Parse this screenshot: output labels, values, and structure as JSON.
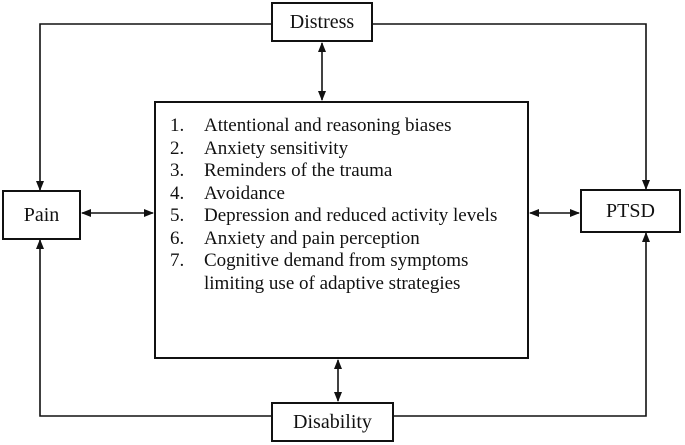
{
  "diagram": {
    "nodes": {
      "distress": "Distress",
      "pain": "Pain",
      "ptsd": "PTSD",
      "disability": "Disability"
    },
    "mechanisms": [
      {
        "num": "1.",
        "text": "Attentional and reasoning biases"
      },
      {
        "num": "2.",
        "text": "Anxiety sensitivity"
      },
      {
        "num": "3.",
        "text": "Reminders of the trauma"
      },
      {
        "num": "4.",
        "text": "Avoidance"
      },
      {
        "num": "5.",
        "text": "Depression and reduced activity levels"
      },
      {
        "num": "6.",
        "text": "Anxiety and pain perception"
      },
      {
        "num": "7.",
        "text": "Cognitive demand from symptoms limiting use of adaptive strategies"
      }
    ]
  }
}
